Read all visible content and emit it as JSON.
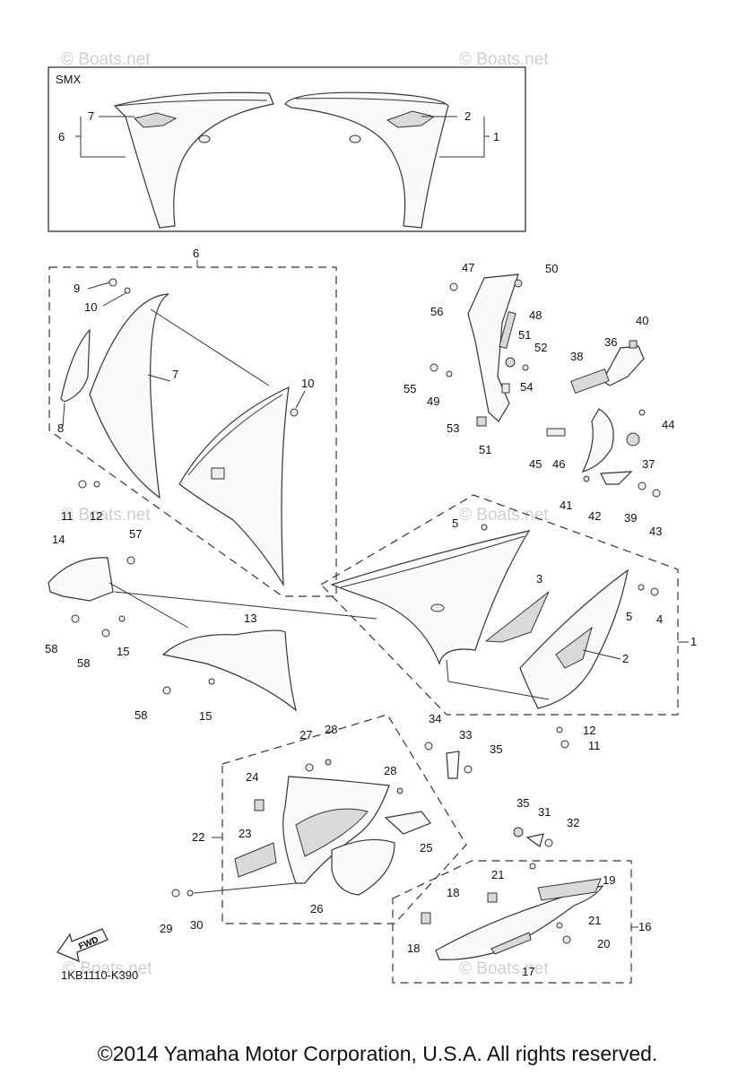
{
  "box_label": "SMX",
  "diagram_code": "1KB1110-K390",
  "fwd_label": "FWD",
  "watermark": "© Boats.net",
  "callouts": {
    "smx": [
      "7",
      "6",
      "2",
      "1"
    ],
    "group6": [
      "6",
      "9",
      "10",
      "7",
      "10",
      "8",
      "11",
      "12"
    ],
    "upper_right": [
      "47",
      "50",
      "56",
      "48",
      "51",
      "52",
      "55",
      "49",
      "54",
      "53",
      "51",
      "40",
      "36",
      "38",
      "44",
      "45",
      "46",
      "37",
      "41",
      "42",
      "39",
      "43"
    ],
    "group1": [
      "5",
      "3",
      "5",
      "4",
      "1",
      "2",
      "12",
      "11"
    ],
    "left": [
      "14",
      "57",
      "58",
      "58",
      "15",
      "13",
      "58",
      "15"
    ],
    "group22": [
      "34",
      "33",
      "35",
      "27",
      "28",
      "28",
      "24",
      "23",
      "22",
      "25",
      "26",
      "29",
      "30"
    ],
    "group16": [
      "35",
      "31",
      "32",
      "21",
      "19",
      "18",
      "21",
      "20",
      "16",
      "18",
      "17"
    ]
  },
  "copyright": "©2014 Yamaha Motor Corporation, U.S.A. All rights reserved."
}
